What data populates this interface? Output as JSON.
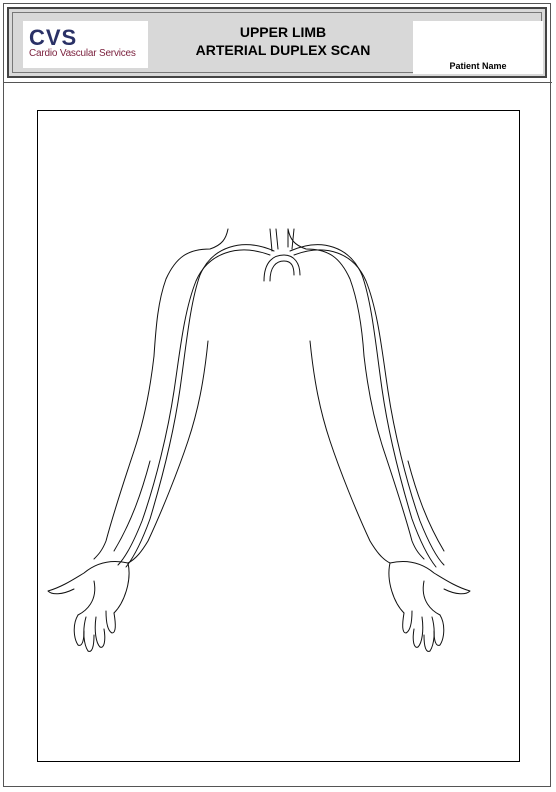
{
  "header": {
    "logo": {
      "abbr": "CVS",
      "name": "Cardio Vascular Services",
      "abbr_color": "#2a3166",
      "name_color": "#7a1f3c"
    },
    "title_line1": "UPPER LIMB",
    "title_line2": "ARTERIAL DUPLEX SCAN",
    "patient_name_label": "Patient Name"
  },
  "diagram": {
    "icon": "upper-limb-arterial-anatomy-icon"
  }
}
